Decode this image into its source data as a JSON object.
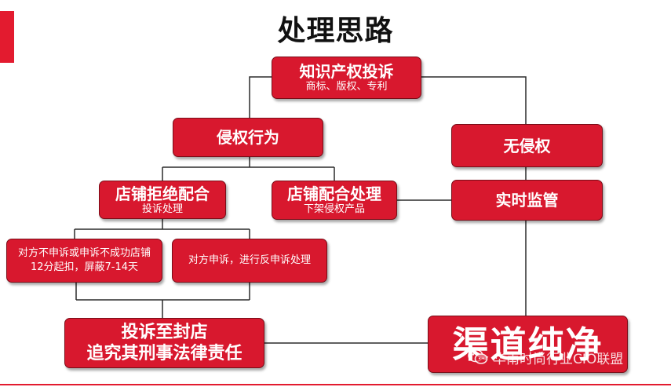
{
  "title": "处理思路",
  "nodes": {
    "ip_complaint": {
      "title": "知识产权投诉",
      "sub": "商标、版权、专利"
    },
    "infringement": {
      "title": "侵权行为"
    },
    "no_infringement": {
      "title": "无侵权"
    },
    "store_refuse": {
      "title": "店铺拒绝配合",
      "sub": "投诉处理"
    },
    "store_cooperate": {
      "title": "店铺配合处理",
      "sub": "下架侵权产品"
    },
    "realtime_monitor": {
      "title": "实时监管"
    },
    "no_appeal": {
      "line1": "对方不申诉或申诉不成功店铺",
      "line2": "12分起扣，屏蔽7-14天"
    },
    "appeal": {
      "text": "对方申诉，进行反申诉处理"
    },
    "close_store": {
      "line1": "投诉至封店",
      "line2": "追究其刑事法律责任"
    },
    "clean_channel": {
      "title": "渠道纯净"
    }
  },
  "watermark": {
    "text": "华南时尚行业CIO联盟",
    "icon": "wechat-icon"
  },
  "colors": {
    "box_fill": "#d8182e",
    "accent": "#e31b2f",
    "line": "#2b2b2b"
  }
}
